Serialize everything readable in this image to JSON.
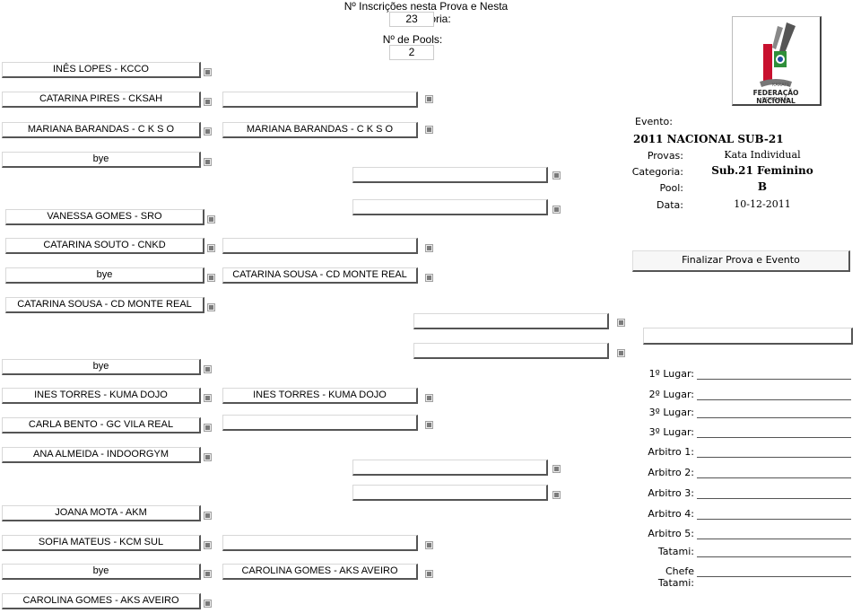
{
  "header": {
    "inscricoes_label": "Nº Inscrições nesta Prova e Nesta Categoria:",
    "inscricoes_value": "23",
    "pools_label": "Nº de Pools:",
    "pools_value": "2"
  },
  "round1": [
    "INÊS LOPES - KCCO",
    "CATARINA PIRES - CKSAH",
    "MARIANA BARANDAS - C K S O",
    "bye",
    "VANESSA GOMES - SRO",
    "CATARINA SOUTO - CNKD",
    "bye",
    "CATARINA SOUSA - CD MONTE REAL",
    "bye",
    "INES TORRES - KUMA DOJO",
    "CARLA BENTO - GC VILA REAL",
    "ANA ALMEIDA - INDOORGYM",
    "JOANA MOTA - AKM",
    "SOFIA MATEUS - KCM SUL",
    "bye",
    "CAROLINA GOMES - AKS AVEIRO"
  ],
  "round2": [
    "",
    "MARIANA BARANDAS - C K S O",
    "",
    "CATARINA SOUSA - CD MONTE REAL",
    "INES TORRES - KUMA DOJO",
    "",
    "",
    "CAROLINA GOMES - AKS AVEIRO"
  ],
  "round3": [
    "",
    "",
    "",
    ""
  ],
  "round4": [
    "",
    ""
  ],
  "event": {
    "evento_label": "Evento:",
    "evento_value": "2011 NACIONAL SUB-21",
    "provas_label": "Provas:",
    "provas_value": "Kata Individual",
    "categoria_label": "Categoria:",
    "categoria_value": "Sub.21 Feminino",
    "pool_label": "Pool:",
    "pool_value": "B",
    "data_label": "Data:",
    "data_value": "10-12-2011"
  },
  "finalize_button": "Finalizar Prova e Evento",
  "logo": {
    "badge_text": "KARATE",
    "line1": "FEDERAÇÃO NACIONAL",
    "line2": "PORTUGAL"
  },
  "results": [
    "1º Lugar:",
    "2º Lugar:",
    "3º Lugar:",
    "3º Lugar:",
    "Arbitro 1:",
    "Arbitro 2:",
    "Arbitro 3:",
    "Arbitro 4:",
    "Arbitro 5:",
    "Tatami:",
    "Chefe Tatami:"
  ],
  "colors": {
    "logo_red": "#c8102e",
    "logo_blue": "#1f4fa0",
    "logo_green": "#2f8f3a"
  }
}
